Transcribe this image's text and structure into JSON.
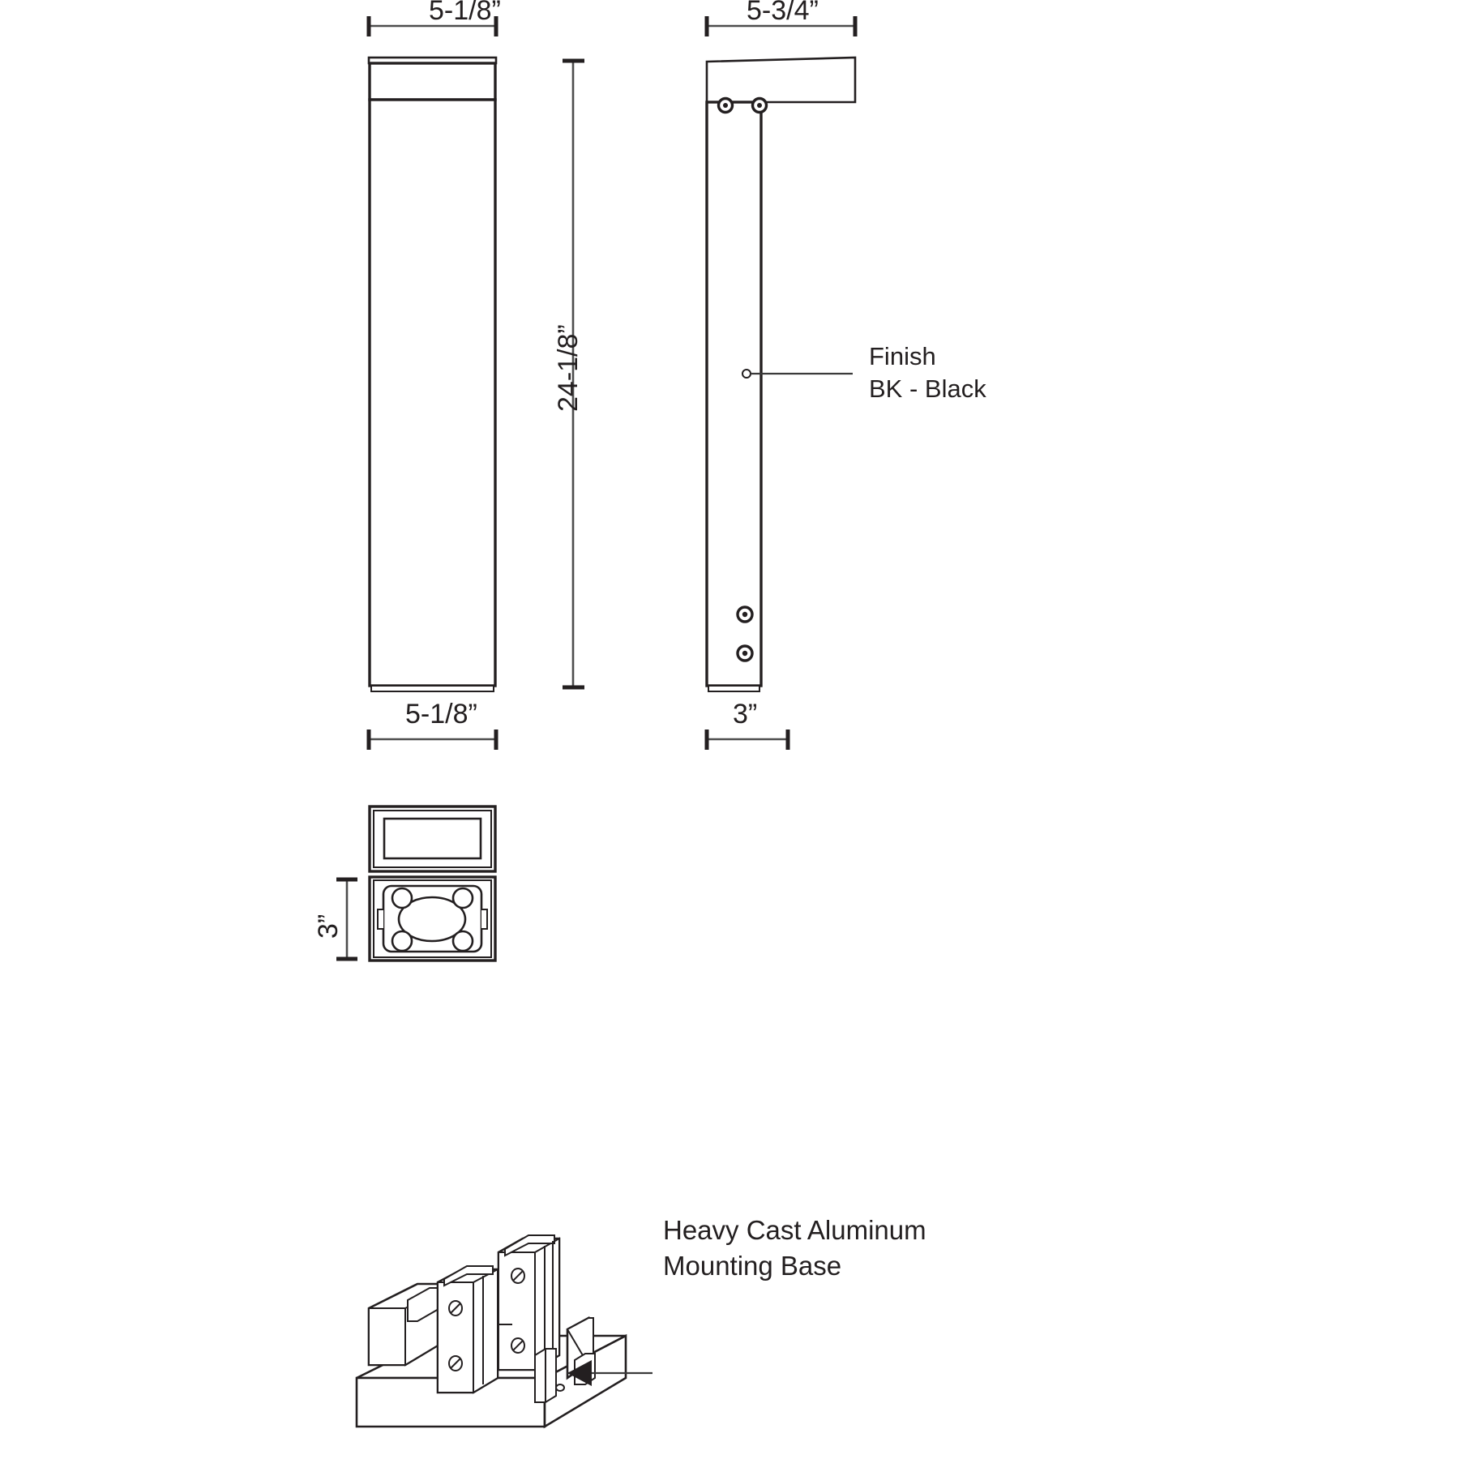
{
  "drawing": {
    "title": "Bollard Luminaire Dimensional Drawing",
    "line_color": "#231f20",
    "dim_color": "#4d4d4d",
    "background": "#ffffff"
  },
  "dimensions": {
    "front_top_width": "5-1/8”",
    "front_bottom_width": "5-1/8”",
    "side_top_width": "5-3/4”",
    "side_bottom_width": "3”",
    "overall_height": "24-1/8”",
    "plan_depth": "3”"
  },
  "callouts": {
    "finish": {
      "line1": "Finish",
      "line2": "BK - Black"
    },
    "base": {
      "line1": "Heavy Cast Aluminum",
      "line2": "Mounting Base"
    }
  },
  "views": {
    "front_elevation": "front-elevation-view",
    "side_elevation": "side-elevation-view",
    "plan_view": "plan-section-view",
    "isometric_base": "isometric-mounting-base-view"
  }
}
